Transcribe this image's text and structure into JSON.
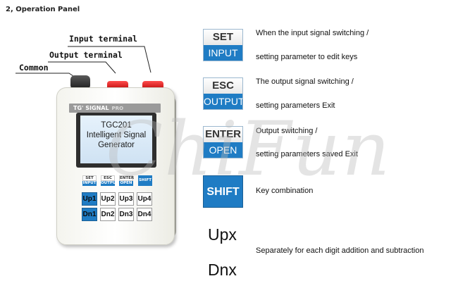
{
  "heading": "2, Operation Panel",
  "watermark": "ChiFun",
  "terminals": {
    "input": "Input terminal",
    "output": "Output terminal",
    "common": "Common"
  },
  "device": {
    "brand": "TG' SIGNAL",
    "brand_suffix": "PRO",
    "screen_lines": [
      "TGC201",
      "Intelligent Signal",
      "Generator"
    ],
    "mini_keys": [
      {
        "top": "SET",
        "bottom": "INPUT"
      },
      {
        "top": "ESC",
        "bottom": "OUTPUT"
      },
      {
        "top": "ENTER",
        "bottom": "OPEN"
      }
    ],
    "shift": "SHIFT",
    "up_keys": [
      "Up1",
      "Up2",
      "Up3",
      "Up4"
    ],
    "dn_keys": [
      "Dn1",
      "Dn2",
      "Dn3",
      "Dn4"
    ]
  },
  "legend": {
    "set_input": {
      "top": "SET",
      "bottom": "INPUT",
      "desc1": "When the input signal switching /",
      "desc2": "setting parameter to edit keys"
    },
    "esc_output": {
      "top": "ESC",
      "bottom": "OUTPUT",
      "desc1": "The output signal switching /",
      "desc2": "setting parameters Exit"
    },
    "enter_open": {
      "top": "ENTER",
      "bottom": "OPEN",
      "desc1": "Output switching /",
      "desc2": "setting parameters saved Exit"
    },
    "shift": {
      "label": "SHIFT",
      "desc": "Key combination"
    },
    "upx": "Upx",
    "dnx": "Dnx",
    "updn_desc": "Separately for each digit addition and subtraction"
  },
  "colors": {
    "key_blue": "#1f7cc4",
    "terminal_red": "#d40000"
  }
}
